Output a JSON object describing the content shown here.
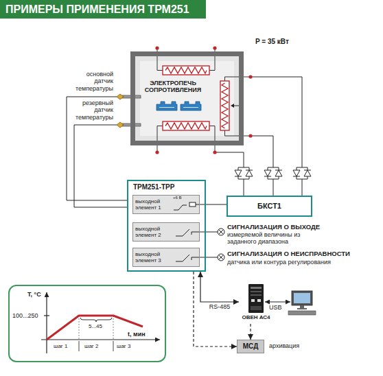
{
  "diagram": {
    "title": "ПРИМЕРЫ ПРИМЕНЕНИЯ ТРМ251",
    "nodes": [
      {
        "text": [
          "ЭЛЕКТРОПЕЧЬ СОПРОТИВЛЕНИЯ"
        ]
      },
      {
        "text": [
          "ТРМ251-ТРР"
        ]
      },
      {
        "text": [
          "выходной элемент 1"
        ],
        "in": 1
      },
      {
        "text": [
          "выходной элемент 2"
        ],
        "in": 1
      },
      {
        "text": [
          "выходной элемент 3"
        ],
        "in": 1
      },
      {
        "text": [
          "БКСТ1"
        ]
      },
      {
        "text": [
          "ОВЕН АС4"
        ]
      },
      {
        "text": [
          "МСД"
        ]
      },
      {
        "text": [
          "Т, °С",
          "100...250",
          "5...45",
          "t, мин",
          "шаг 1",
          "шаг 2",
          "шаг 3"
        ]
      }
    ],
    "edges": [
      {
        "from": 2,
        "to": 5,
        "arrow": "none"
      },
      {
        "from": 1,
        "to": 6,
        "label": "RS-485",
        "arrow": "both"
      },
      {
        "from": 1,
        "to": 7,
        "arrow": "to"
      },
      {
        "from": 6,
        "to": 7,
        "arrow": "to"
      }
    ],
    "labels": [
      "P = 35 кВт",
      "основной датчик температуры",
      "резервный датчик температуры",
      "+6 В",
      "СИГНАЛИЗАЦИЯ О ВЫХОДЕ",
      "измеряемой величины из заданного диапазона",
      "СИГНАЛИЗАЦИЯ О НЕИСПРАВНОСТИ",
      "датчика или контура регулирования",
      "USB",
      "архивация"
    ]
  }
}
